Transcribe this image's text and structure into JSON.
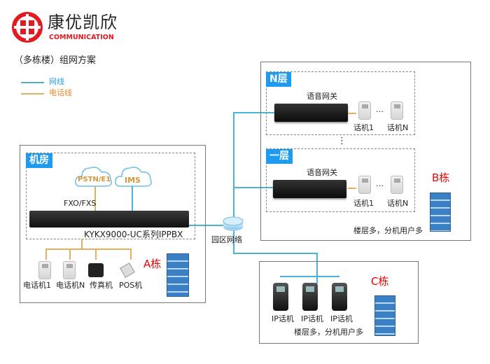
{
  "logo": {
    "name_cn": "康优凯欣",
    "name_en": "COMMUNICATION",
    "color": "#e21a22"
  },
  "title": "（多栋楼）组网方案",
  "legend": [
    {
      "label": "网线",
      "color": "#4ab3d4"
    },
    {
      "label": "电话线",
      "color": "#e0b060"
    }
  ],
  "building_a": {
    "room_label": "机房",
    "clouds": [
      "PSTN/E1",
      "IMS"
    ],
    "interface": "FXO/FXS",
    "device": "KYKX9000-UC系列IPPBX",
    "endpoints": [
      "电话机1",
      "电话机N",
      "传真机",
      "POS机"
    ],
    "name": "A栋"
  },
  "campus_network": "园区网络",
  "building_b": {
    "floors": [
      {
        "label": "N层",
        "gateway": "语音网关",
        "phones": [
          "话机1",
          "话机N"
        ]
      },
      {
        "label": "一层",
        "gateway": "语音网关",
        "phones": [
          "话机1",
          "话机N"
        ]
      }
    ],
    "ellipsis": "…",
    "vdots": "⋮",
    "name": "B栋",
    "note": "楼层多，分机用户多"
  },
  "building_c": {
    "phones": [
      "IP话机",
      "IP话机",
      "IP话机"
    ],
    "name": "C栋",
    "note": "楼层多，分机用户多"
  }
}
